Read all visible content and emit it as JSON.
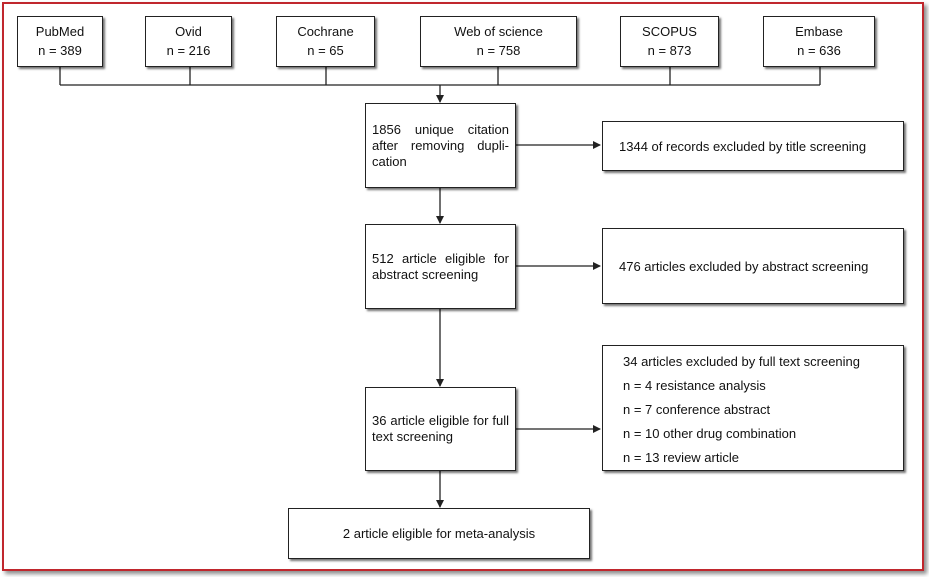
{
  "sources": [
    {
      "name": "PubMed",
      "count": "n = 389"
    },
    {
      "name": "Ovid",
      "count": "n = 216"
    },
    {
      "name": "Cochrane",
      "count": "n = 65"
    },
    {
      "name": "Web of science",
      "count": "n = 758"
    },
    {
      "name": "SCOPUS",
      "count": "n = 873"
    },
    {
      "name": "Embase",
      "count": "n = 636"
    }
  ],
  "steps": {
    "unique": "1856 unique citation after removing dupli-cation",
    "abstract": "512 article eligible for abstract screening",
    "fulltext": "36 article eligible for full text screening",
    "final": "2 article eligible for meta-analysis"
  },
  "exclusions": {
    "title": "1344 of records excluded by title screening",
    "abstract": "476 articles excluded by abstract screening",
    "fulltext": {
      "heading": "34 articles excluded by full text screening",
      "reasons": [
        "n = 4 resistance analysis",
        "n = 7 conference abstract",
        "n = 10 other drug combination",
        "n = 13 review article"
      ]
    }
  },
  "colors": {
    "frame": "#c0272d",
    "line": "#222222"
  }
}
